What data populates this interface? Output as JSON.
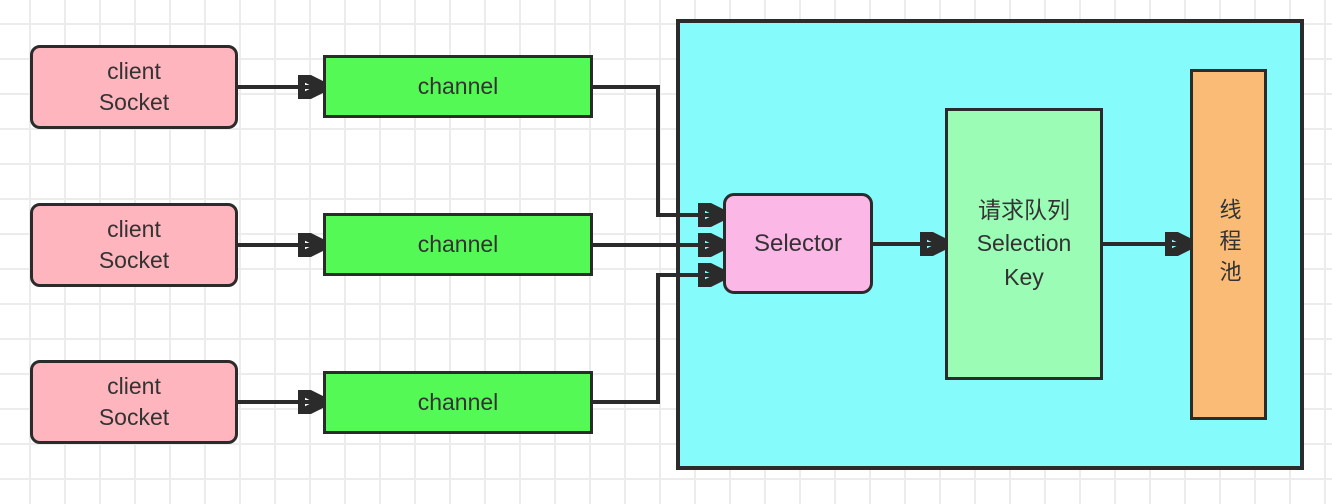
{
  "diagram": {
    "clients": [
      {
        "label": "client\nSocket"
      },
      {
        "label": "client\nSocket"
      },
      {
        "label": "client\nSocket"
      }
    ],
    "channels": [
      {
        "label": "channel"
      },
      {
        "label": "channel"
      },
      {
        "label": "channel"
      }
    ],
    "server": {
      "selector_label": "Selector",
      "selection_key_label": "请求队列\nSelection\nKey",
      "thread_pool_label": "线程池"
    },
    "colors": {
      "client_fill": "#ffb5bd",
      "channel_fill": "#55f955",
      "server_fill": "#85fbfc",
      "selector_fill": "#fbb7e6",
      "selection_key_fill": "#9afcb5",
      "thread_pool_fill": "#f9bb76",
      "stroke": "#2b2b2b"
    }
  }
}
